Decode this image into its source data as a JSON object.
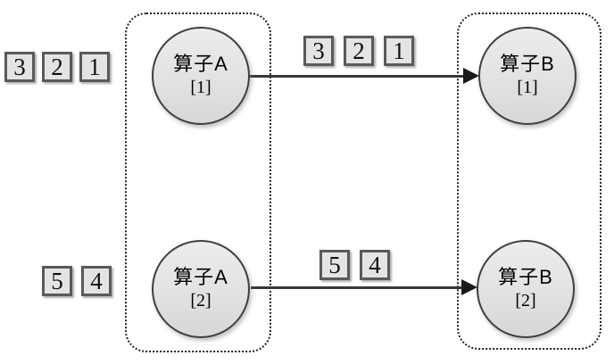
{
  "diagram": {
    "background_color": "#ffffff",
    "colors": {
      "box_fill": "#e4e4e4",
      "box_border": "#5a5a5a",
      "circle_fill": "#e2e2e2",
      "circle_border": "#3f3f3f",
      "group_border": "#222222",
      "arrow": "#383838",
      "text": "#000000"
    },
    "input_queues": [
      {
        "name": "stream-into-operator-a-1",
        "values": [
          "3",
          "2",
          "1"
        ]
      },
      {
        "name": "stream-into-operator-a-2",
        "values": [
          "5",
          "4"
        ]
      }
    ],
    "groups": [
      {
        "name": "operator-a-group",
        "nodes": [
          {
            "label": "算子A",
            "subscript": "[1]"
          },
          {
            "label": "算子A",
            "subscript": "[2]"
          }
        ]
      },
      {
        "name": "operator-b-group",
        "nodes": [
          {
            "label": "算子B",
            "subscript": "[1]"
          },
          {
            "label": "算子B",
            "subscript": "[2]"
          }
        ]
      }
    ],
    "edges": [
      {
        "from": "算子A[1]",
        "to": "算子B[1]",
        "inflight_values": [
          "3",
          "2",
          "1"
        ]
      },
      {
        "from": "算子A[2]",
        "to": "算子B[2]",
        "inflight_values": [
          "5",
          "4"
        ]
      }
    ]
  }
}
